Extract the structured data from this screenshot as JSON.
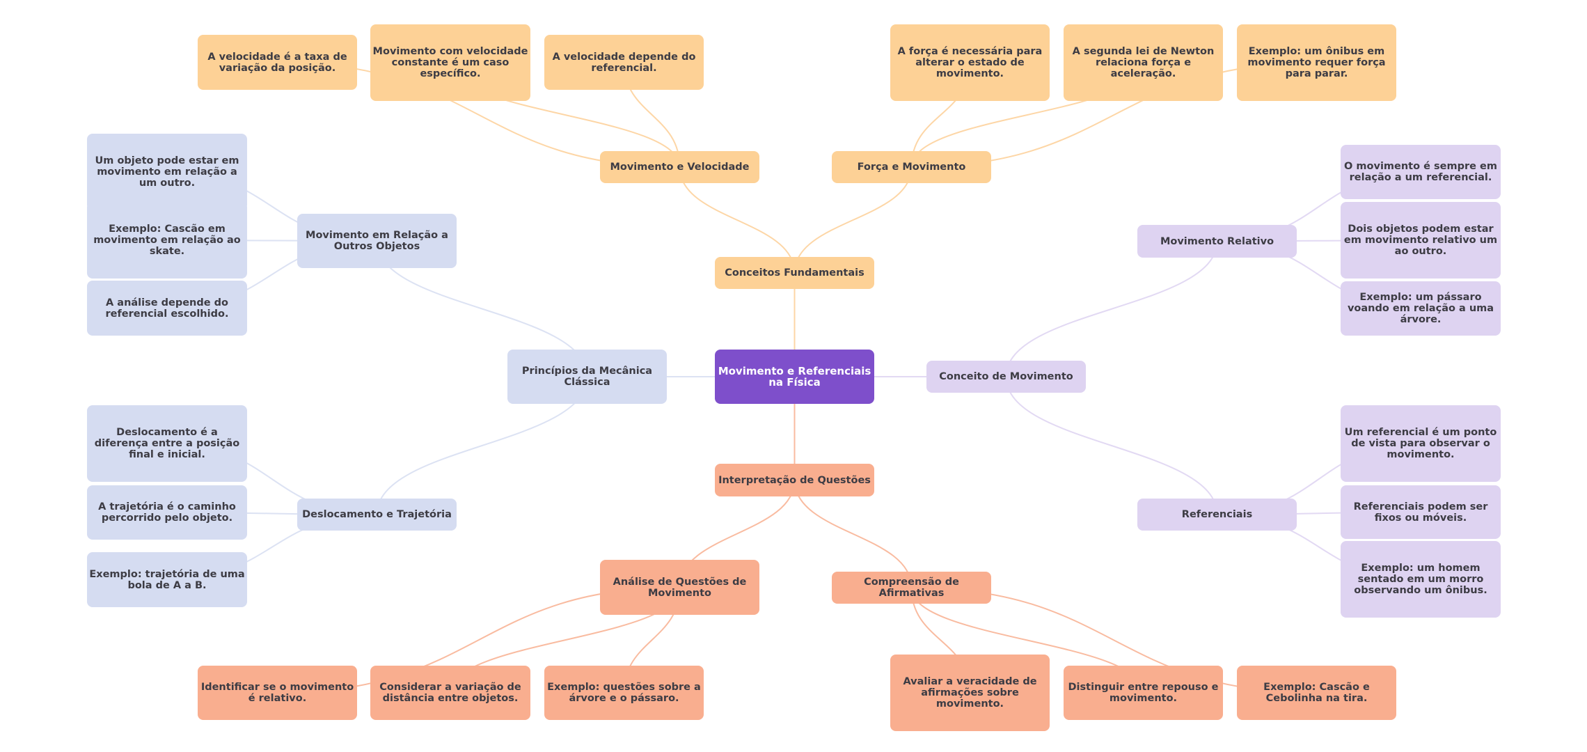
{
  "colors": {
    "root": "#7e4fcb",
    "conceitos_fundamentais": "#fdd196",
    "interpretacao_questoes": "#f9ae8f",
    "principios_mecanica": "#d5dcf1",
    "conceito_movimento": "#ded3f1",
    "text": "#3d3c44",
    "edge_top": "#fdd6a6",
    "edge_bottom": "#f9bba0",
    "edge_left": "#dce2f3",
    "edge_right": "#e2d9f3"
  },
  "root": {
    "label": "Movimento e Referenciais na Física"
  },
  "branches": {
    "conceitos_fundamentais": {
      "label": "Conceitos Fundamentais",
      "children": {
        "movimento_velocidade": {
          "label": "Movimento e Velocidade",
          "leaves": [
            "A velocidade é a taxa de variação da posição.",
            "Movimento com velocidade constante é um caso específico.",
            "A velocidade depende do referencial."
          ]
        },
        "forca_movimento": {
          "label": "Força e Movimento",
          "leaves": [
            "A força é necessária para alterar o estado de movimento.",
            "A segunda lei de Newton relaciona força e aceleração.",
            "Exemplo: um ônibus em movimento requer força para parar."
          ]
        }
      }
    },
    "principios_mecanica": {
      "label": "Princípios da Mecânica Clássica",
      "children": {
        "movimento_relacao": {
          "label": "Movimento em Relação a Outros Objetos",
          "leaves": [
            "Um objeto pode estar em movimento em relação a um outro.",
            "Exemplo: Cascão em movimento em relação ao skate.",
            "A análise depende do referencial escolhido."
          ]
        },
        "deslocamento_trajetoria": {
          "label": "Deslocamento e Trajetória",
          "leaves": [
            "Deslocamento é a diferença entre a posição final e inicial.",
            "A trajetória é o caminho percorrido pelo objeto.",
            "Exemplo: trajetória de uma bola de A a B."
          ]
        }
      }
    },
    "conceito_movimento": {
      "label": "Conceito de Movimento",
      "children": {
        "movimento_relativo": {
          "label": "Movimento Relativo",
          "leaves": [
            "O movimento é sempre em relação a um referencial.",
            "Dois objetos podem estar em movimento relativo um ao outro.",
            "Exemplo: um pássaro voando em relação a uma árvore."
          ]
        },
        "referenciais": {
          "label": "Referenciais",
          "leaves": [
            "Um referencial é um ponto de vista para observar o movimento.",
            "Referenciais podem ser fixos ou móveis.",
            "Exemplo: um homem sentado em um morro observando um ônibus."
          ]
        }
      }
    },
    "interpretacao_questoes": {
      "label": "Interpretação de Questões",
      "children": {
        "analise_questoes": {
          "label": "Análise de Questões de Movimento",
          "leaves": [
            "Identificar se o movimento é relativo.",
            "Considerar a variação de distância entre objetos.",
            "Exemplo: questões sobre a árvore e o pássaro."
          ]
        },
        "compreensao_afirmativas": {
          "label": "Compreensão de Afirmativas",
          "leaves": [
            "Avaliar a veracidade de afirmações sobre movimento.",
            "Distinguir entre repouso e movimento.",
            "Exemplo: Cascão e Cebolinha na tira."
          ]
        }
      }
    }
  }
}
